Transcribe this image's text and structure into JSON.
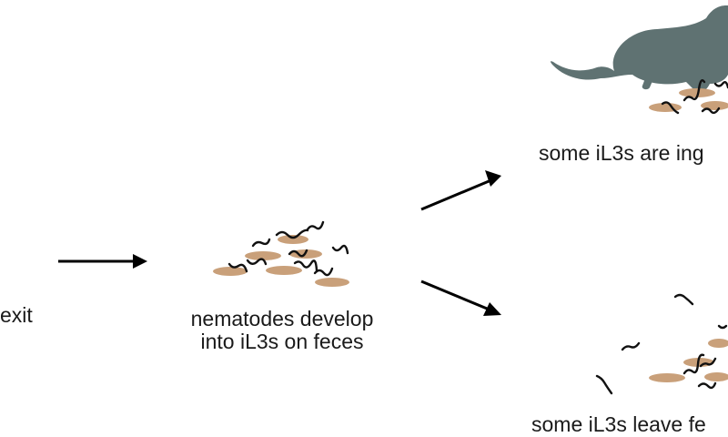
{
  "labels": {
    "exit_text": "exit",
    "develop_line1": "nematodes develop",
    "develop_line2": "into iL3s on feces",
    "ingested_text": "some iL3s are ing",
    "leave_text": "some iL3s leave fe"
  },
  "colors": {
    "feces": "#c9a07a",
    "worm": "#111111",
    "mouse": "#5f7272",
    "arrow": "#000000",
    "text": "#1a1a1a"
  },
  "icons": {
    "mouse": "mouse-silhouette",
    "arrow": "arrow-right"
  }
}
